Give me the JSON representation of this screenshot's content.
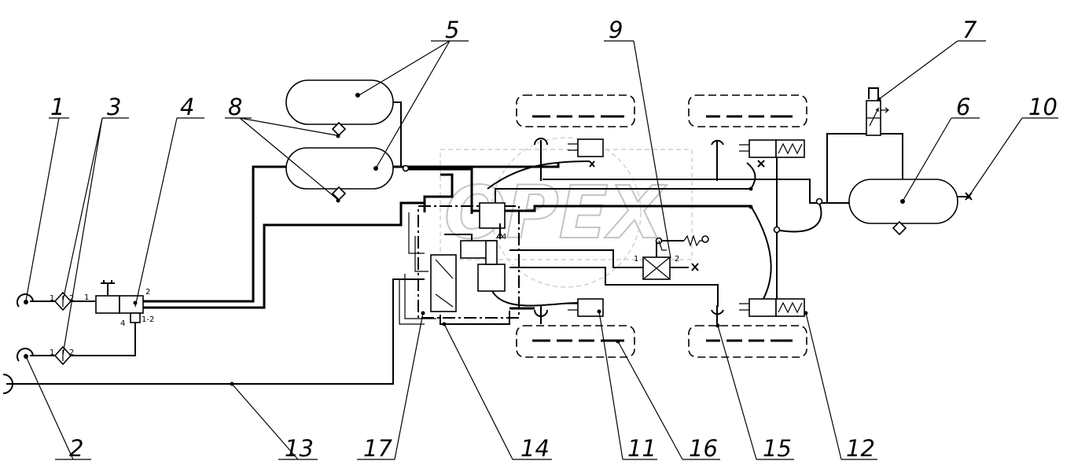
{
  "watermark": "OPEX",
  "callouts": [
    {
      "id": "1",
      "label": "1"
    },
    {
      "id": "2",
      "label": "2"
    },
    {
      "id": "3",
      "label": "3"
    },
    {
      "id": "4",
      "label": "4"
    },
    {
      "id": "5",
      "label": "5"
    },
    {
      "id": "6",
      "label": "6"
    },
    {
      "id": "7",
      "label": "7"
    },
    {
      "id": "8",
      "label": "8"
    },
    {
      "id": "9",
      "label": "9"
    },
    {
      "id": "10",
      "label": "10"
    },
    {
      "id": "11",
      "label": "11"
    },
    {
      "id": "12",
      "label": "12"
    },
    {
      "id": "13",
      "label": "13"
    },
    {
      "id": "14",
      "label": "14"
    },
    {
      "id": "15",
      "label": "15"
    },
    {
      "id": "16",
      "label": "16"
    },
    {
      "id": "17",
      "label": "17"
    }
  ],
  "ports": {
    "filter_top_in": "1",
    "filter_top_out": "2",
    "filter_bot_in": "1",
    "filter_bot_out": "2",
    "valve4_in": "1",
    "valve4_out": "2",
    "valve4_ctrl": "4",
    "valve4_ctrl2": "1-2",
    "valve9_in": "1",
    "valve9_out": "2",
    "module_port": "4"
  }
}
